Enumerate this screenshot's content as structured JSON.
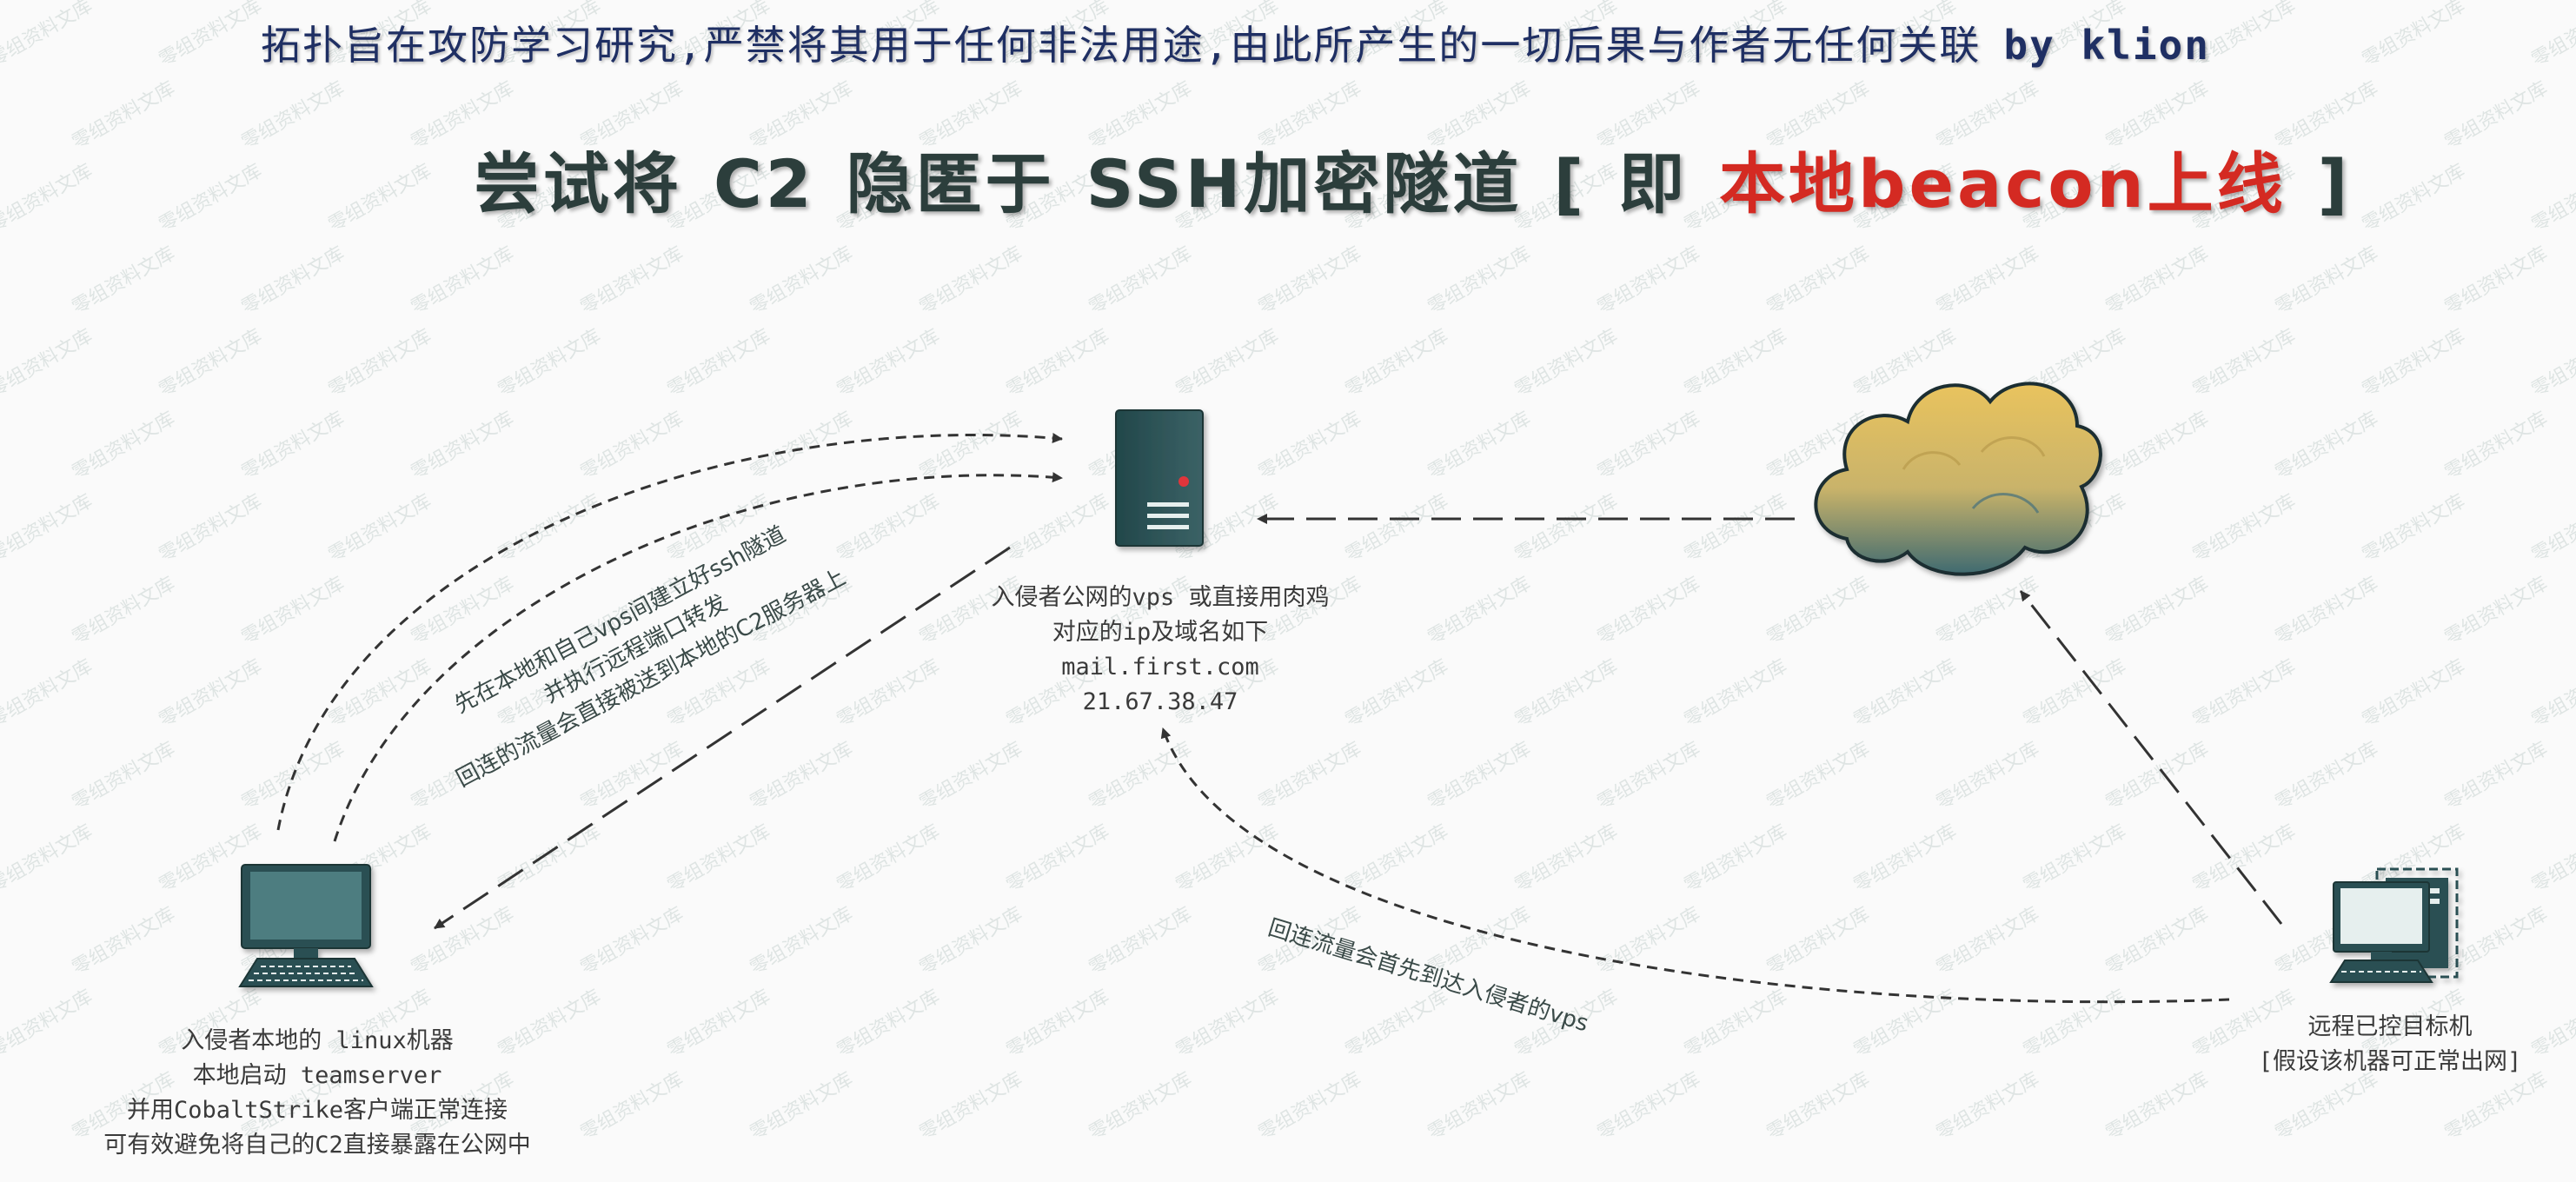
{
  "header": {
    "disclaimer": "拓扑旨在攻防学习研究,严禁将其用于任何非法用途,由此所产生的一切后果与作者无任何关联",
    "author": "by klion"
  },
  "title": {
    "part1": "尝试将",
    "part2": "C2",
    "part3": "隐匿于",
    "part4": "SSH加密隧道",
    "bracket_open": "[",
    "part5": "即",
    "highlight": "本地beacon上线",
    "bracket_close": "]"
  },
  "nodes": {
    "vps": {
      "icon": "server-icon",
      "lines": [
        "入侵者公网的vps 或直接用肉鸡",
        "对应的ip及域名如下",
        "mail.first.com",
        "21.67.38.47"
      ]
    },
    "linux": {
      "icon": "desktop-computer-icon",
      "lines": [
        "入侵者本地的 linux机器",
        "本地启动 teamserver",
        "并用CobaltStrike客户端正常连接",
        "可有效避免将自己的C2直接暴露在公网中"
      ]
    },
    "target": {
      "icon": "compromised-computer-icon",
      "lines": [
        "远程已控目标机",
        "[假设该机器可正常出网]"
      ]
    },
    "internet": {
      "icon": "cloud-icon"
    }
  },
  "annotations": {
    "ssh_tunnel": [
      "先在本地和自己vps间建立好ssh隧道",
      "并执行远程端口转发",
      "回连的流量会直接被送到本地的C2服务器上"
    ],
    "callback": "回连流量会首先到达入侵者的vps"
  },
  "watermark": "零组资料文库",
  "colors": {
    "node_teal": "#2c4f52",
    "title_red": "#d42a22",
    "header_navy": "#1f2f63",
    "cloud_gold": "#e3be62"
  }
}
